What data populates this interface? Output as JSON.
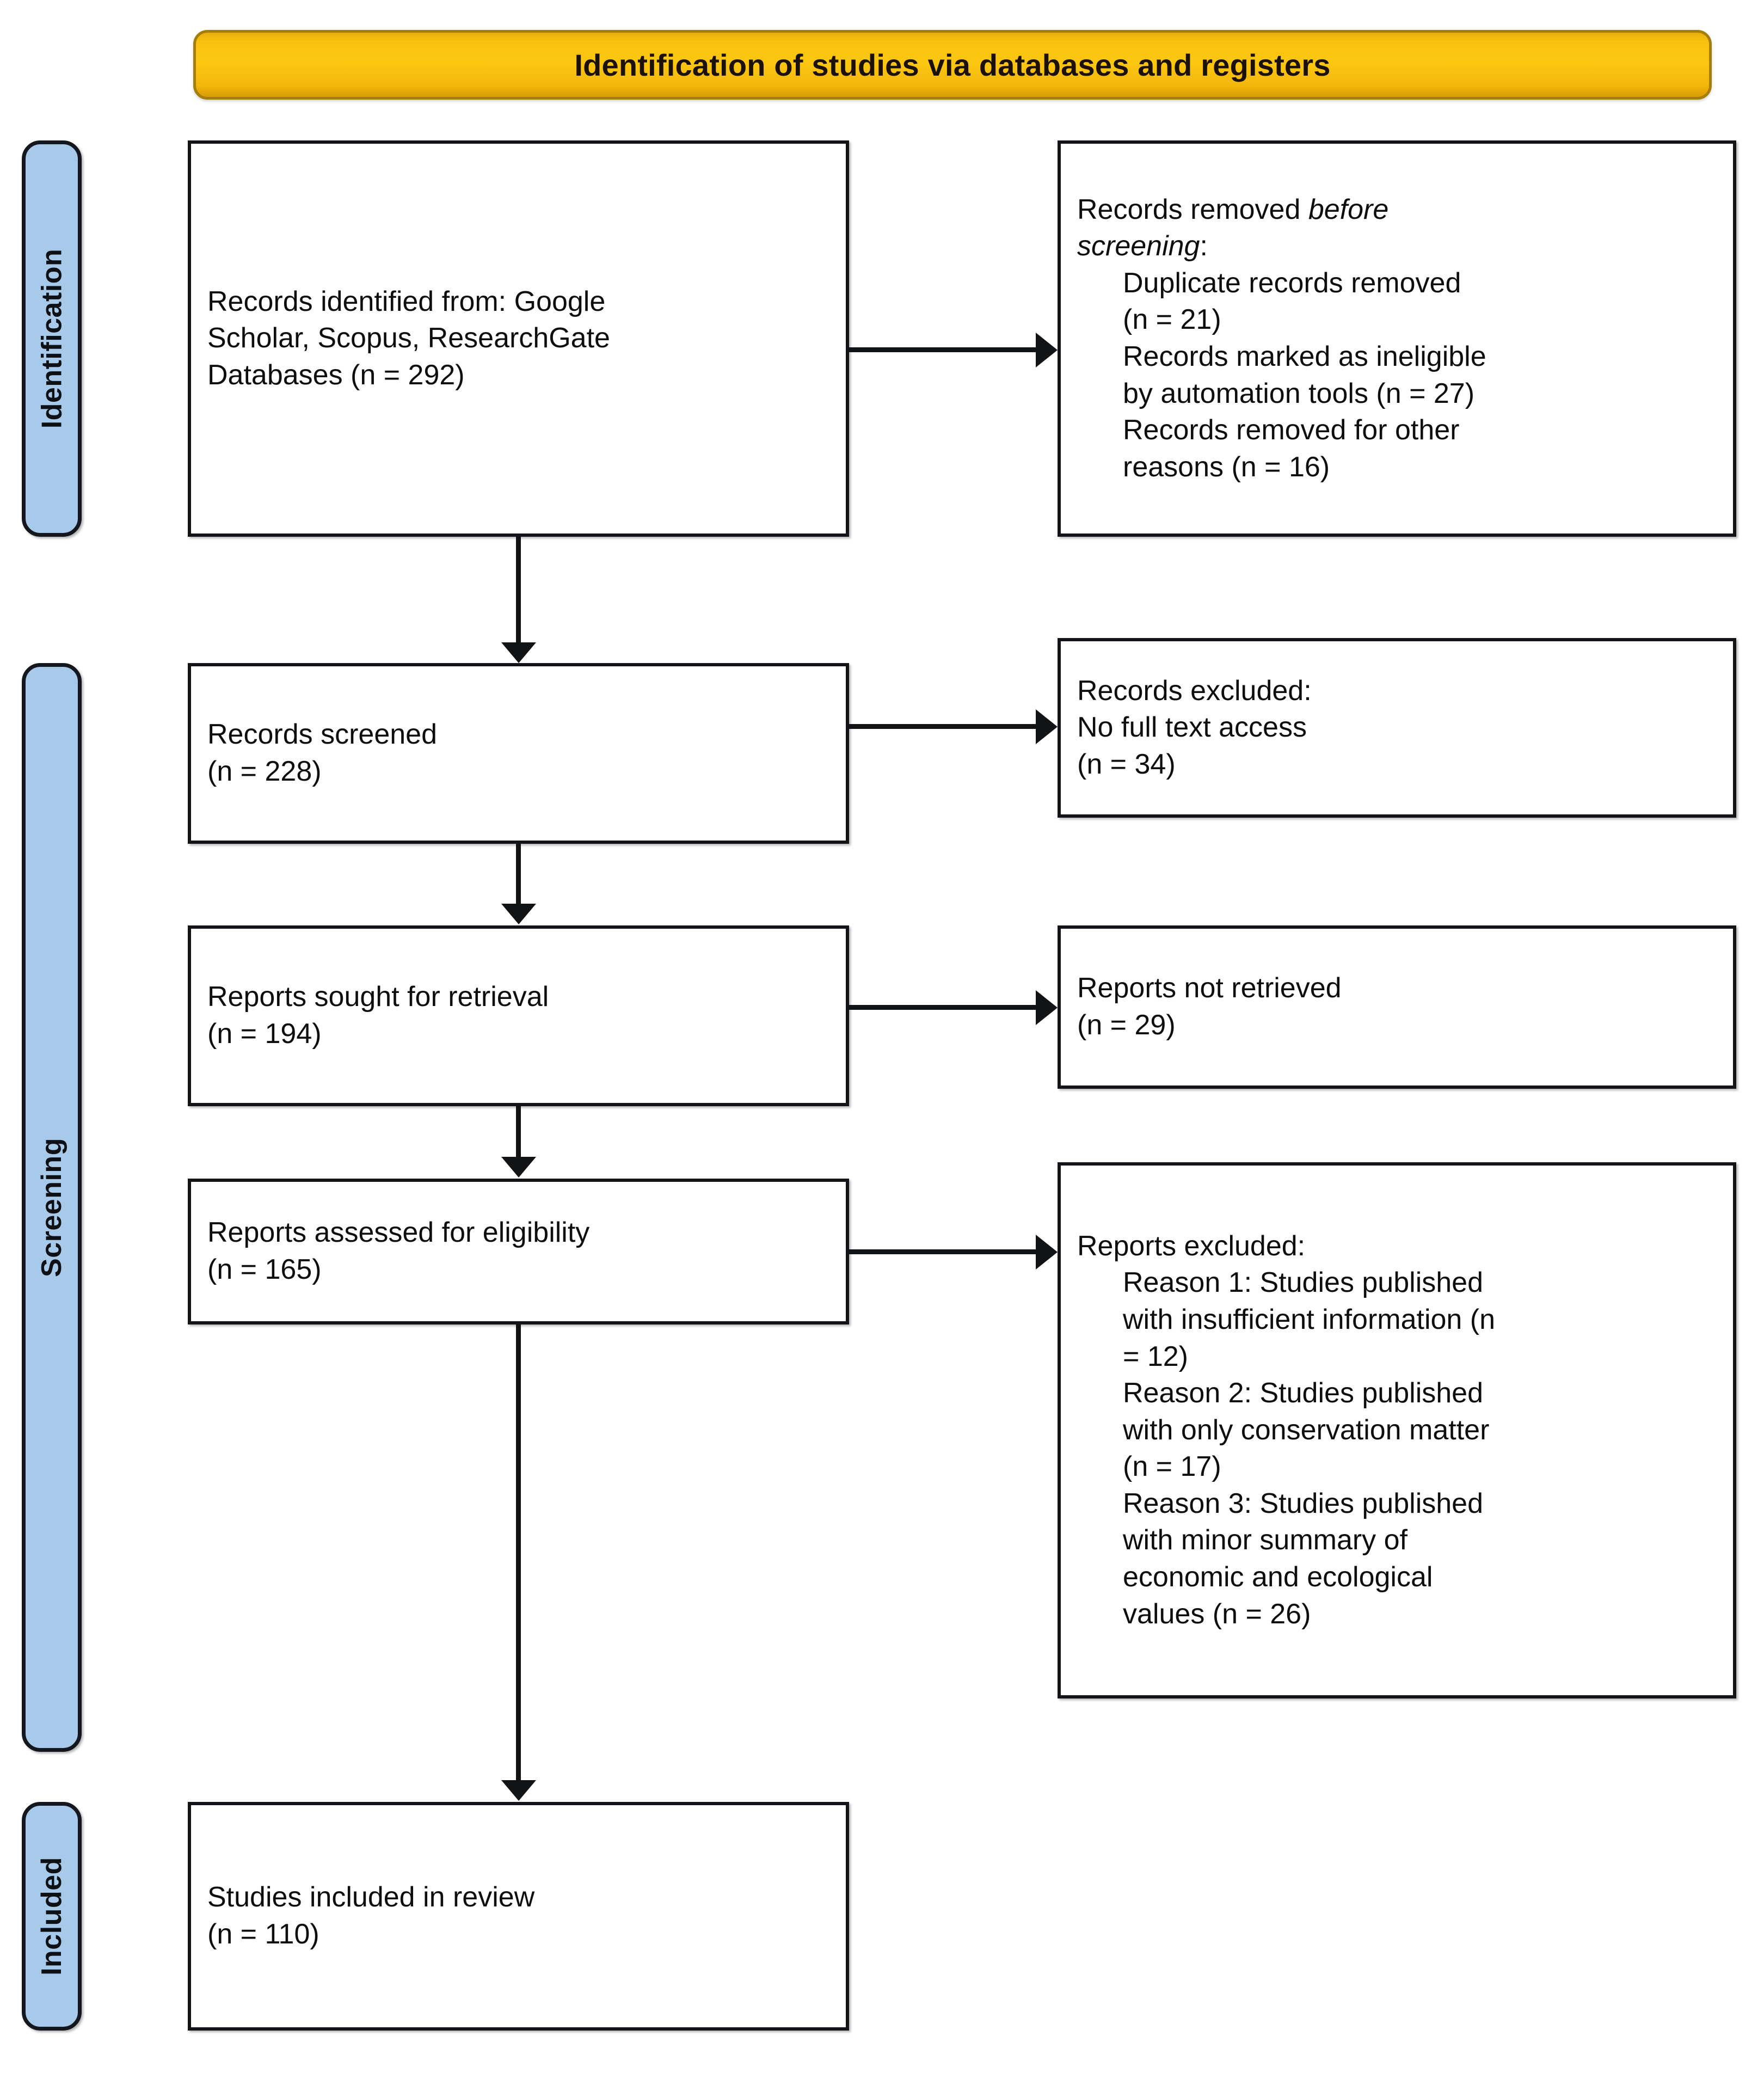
{
  "header": {
    "title": "Identification of studies via databases and registers",
    "background_color": "#fcc711",
    "border_color": "#a67d06",
    "text_color": "#1b1205"
  },
  "stages": {
    "accent_color": "#a7caea",
    "border_color": "#14181e",
    "items": [
      {
        "id": "identification",
        "label": "Identification"
      },
      {
        "id": "screening",
        "label": "Screening"
      },
      {
        "id": "included",
        "label": "Included"
      }
    ]
  },
  "boxes": {
    "identified": {
      "lines": [
        "Records identified from: Google",
        "Scholar, Scopus, ResearchGate",
        "Databases (n = 292)"
      ]
    },
    "removed_before_screening": {
      "heading_prefix": "Records removed ",
      "heading_italic": "before",
      "heading_italic_2": "screening",
      "heading_suffix": ":",
      "items": [
        "Duplicate records removed",
        "(n = 21)",
        "Records marked as ineligible",
        "by automation tools (n = 27)",
        "Records removed for other",
        "reasons (n = 16)"
      ]
    },
    "screened": {
      "lines": [
        "Records screened",
        "(n = 228)"
      ]
    },
    "records_excluded": {
      "lines": [
        "Records excluded:",
        "No full text access",
        "(n = 34)"
      ]
    },
    "sought": {
      "lines": [
        "Reports sought for retrieval",
        "(n = 194)"
      ]
    },
    "not_retrieved": {
      "lines": [
        "Reports not retrieved",
        "(n = 29)"
      ]
    },
    "assessed": {
      "lines": [
        "Reports assessed for eligibility",
        "(n = 165)"
      ]
    },
    "reports_excluded": {
      "heading": "Reports excluded:",
      "items": [
        "Reason 1: Studies published",
        "with insufficient information (n",
        "= 12)",
        "Reason 2: Studies published",
        "with only conservation matter",
        "(n = 17)",
        "Reason 3: Studies published",
        "with minor summary of",
        "economic and ecological",
        "values (n = 26)"
      ]
    },
    "included": {
      "lines": [
        "Studies included in review",
        "(n = 110)"
      ]
    }
  },
  "counts": {
    "records_identified": 292,
    "duplicate_records_removed": 21,
    "ineligible_by_automation": 27,
    "removed_other_reasons": 16,
    "records_screened": 228,
    "records_excluded_no_full_text": 34,
    "reports_sought": 194,
    "reports_not_retrieved": 29,
    "reports_assessed": 165,
    "excluded_reason_1": 12,
    "excluded_reason_2": 17,
    "excluded_reason_3": 26,
    "studies_included": 110
  }
}
